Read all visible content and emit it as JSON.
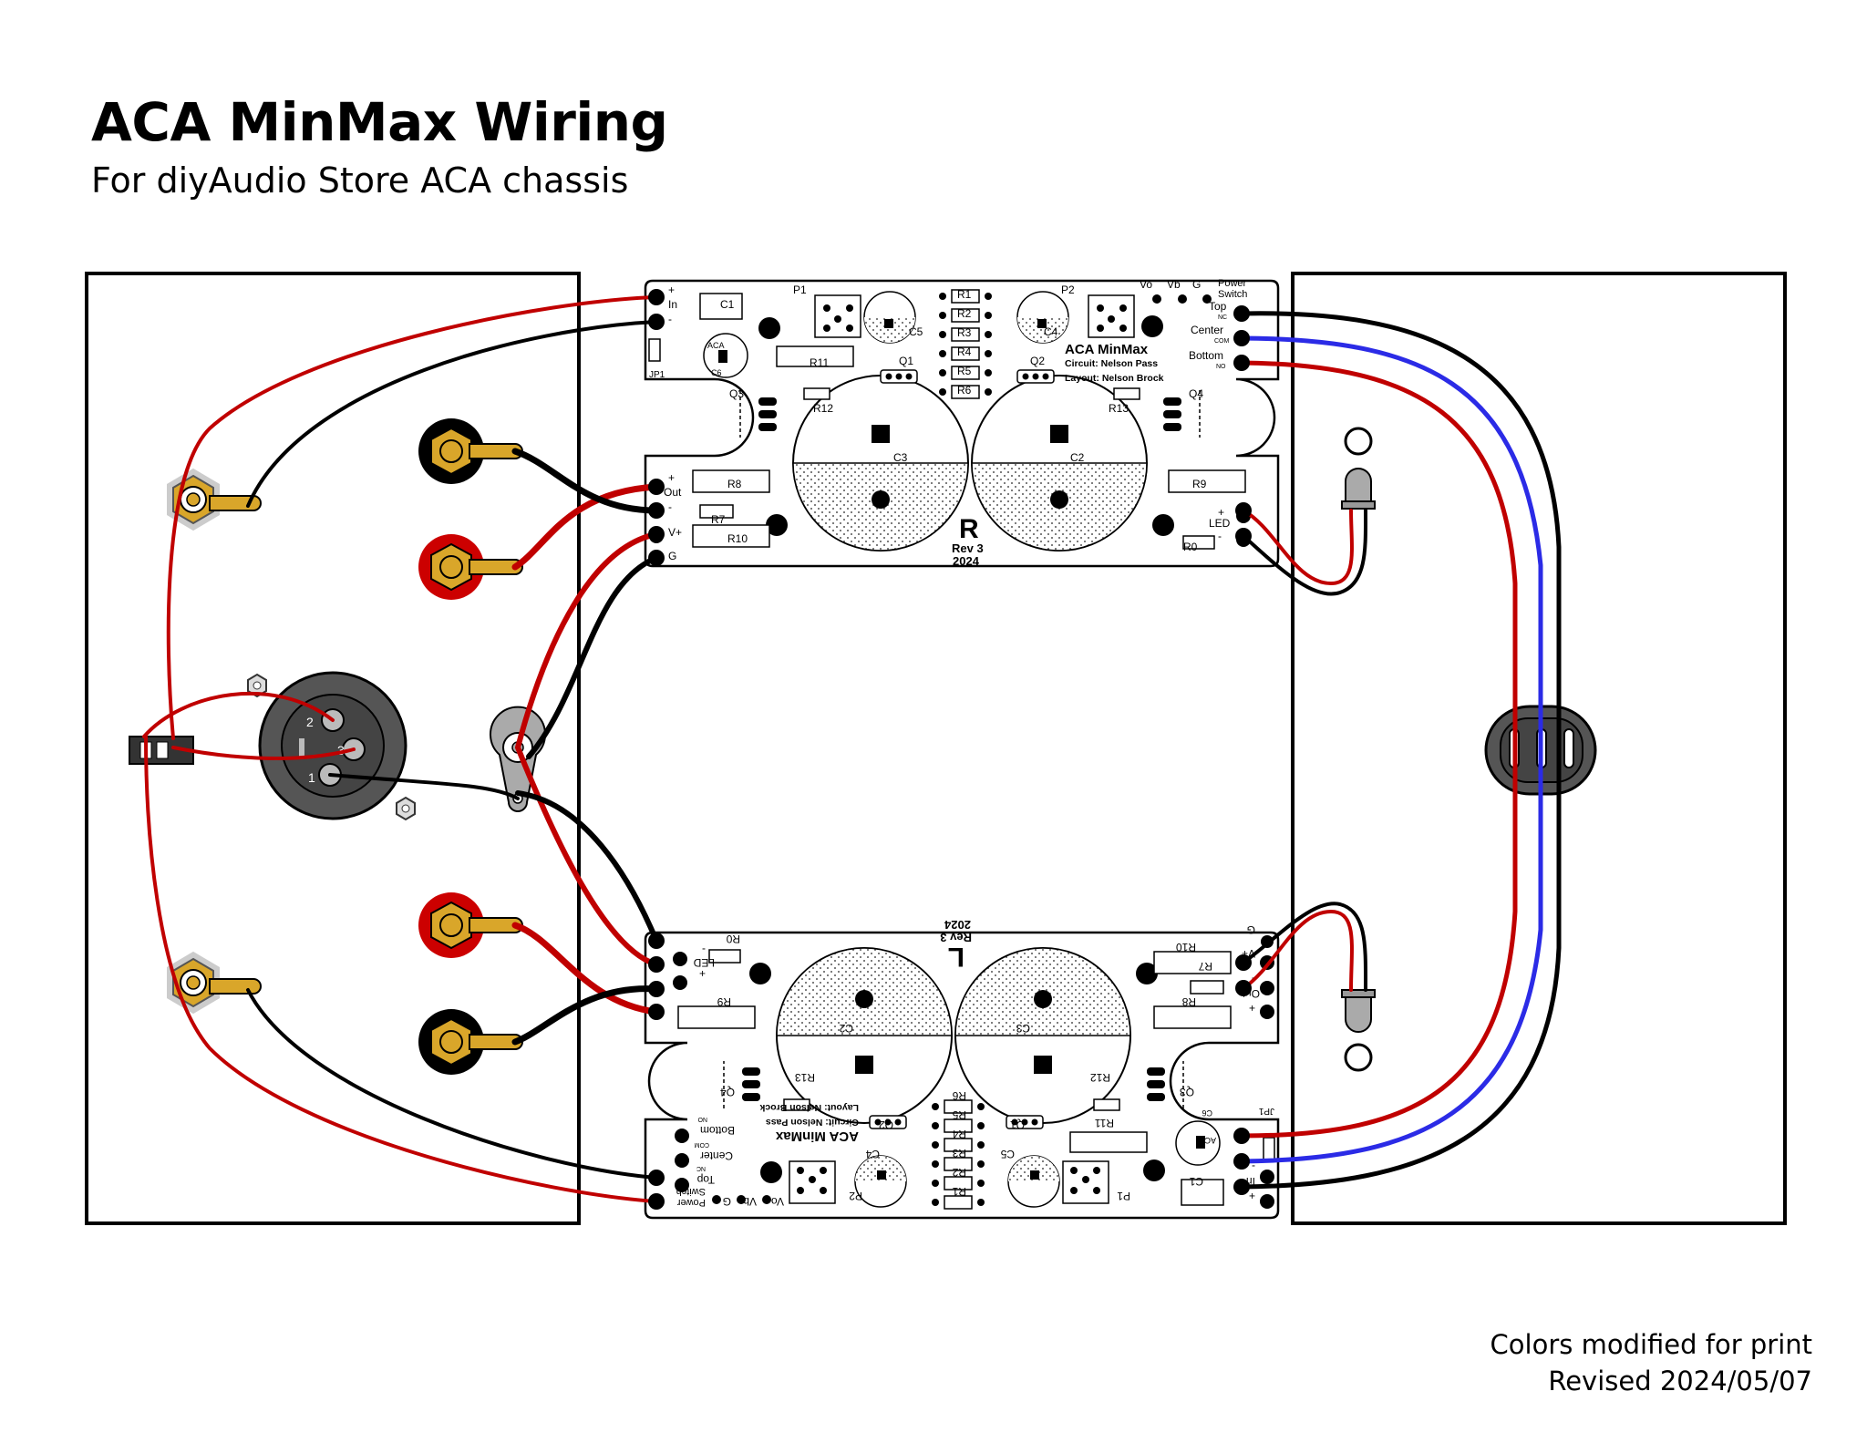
{
  "header": {
    "title": "ACA MinMax Wiring",
    "subtitle": "For diyAudio Store ACA chassis"
  },
  "footer": {
    "note1": "Colors modified for print",
    "note2": "Revised 2024/05/07"
  },
  "colors": {
    "wire_red": "#c00000",
    "wire_black": "#000000",
    "wire_blue": "#2b2be6",
    "brass": "#d9a62a",
    "terminal_red": "#cc0000",
    "xlr_body": "#555555"
  },
  "board": {
    "title": "ACA MinMax",
    "circuit": "Circuit: Nelson Pass",
    "layout": "Layout: Nelson Brock",
    "rev": "Rev 3",
    "year": "2024",
    "right_channel": "R",
    "left_channel": "L",
    "labels": {
      "in_plus": "+",
      "in": "In",
      "in_minus": "-",
      "out_plus": "+",
      "out": "Out",
      "out_minus": "-",
      "vplus": "V+",
      "g": "G",
      "c1": "C1",
      "c2": "C2",
      "c3": "C3",
      "c4": "C4",
      "c5": "C5",
      "c6": "C6",
      "p1": "P1",
      "p2": "P2",
      "jp1": "JP1",
      "q1": "Q1",
      "q2": "Q2",
      "q3": "Q3",
      "q4": "Q4",
      "r0": "R0",
      "r7": "R7",
      "r8": "R8",
      "r9": "R9",
      "r10": "R10",
      "r11": "R11",
      "r12": "R12",
      "r13": "R13",
      "r_stack": [
        "R1",
        "R2",
        "R3",
        "R4",
        "R5",
        "R6"
      ],
      "vo": "Vo",
      "vb": "Vb",
      "gnd": "G",
      "power": "Power",
      "switch": "Switch",
      "top": "Top",
      "center": "Center",
      "bottom": "Bottom",
      "nc": "NC",
      "com": "COM",
      "no": "NO",
      "led": "LED",
      "led_plus": "+",
      "led_minus": "-",
      "aca": "ACA"
    }
  },
  "xlr": {
    "pin1": "1",
    "pin2": "2",
    "pin3": "3"
  }
}
